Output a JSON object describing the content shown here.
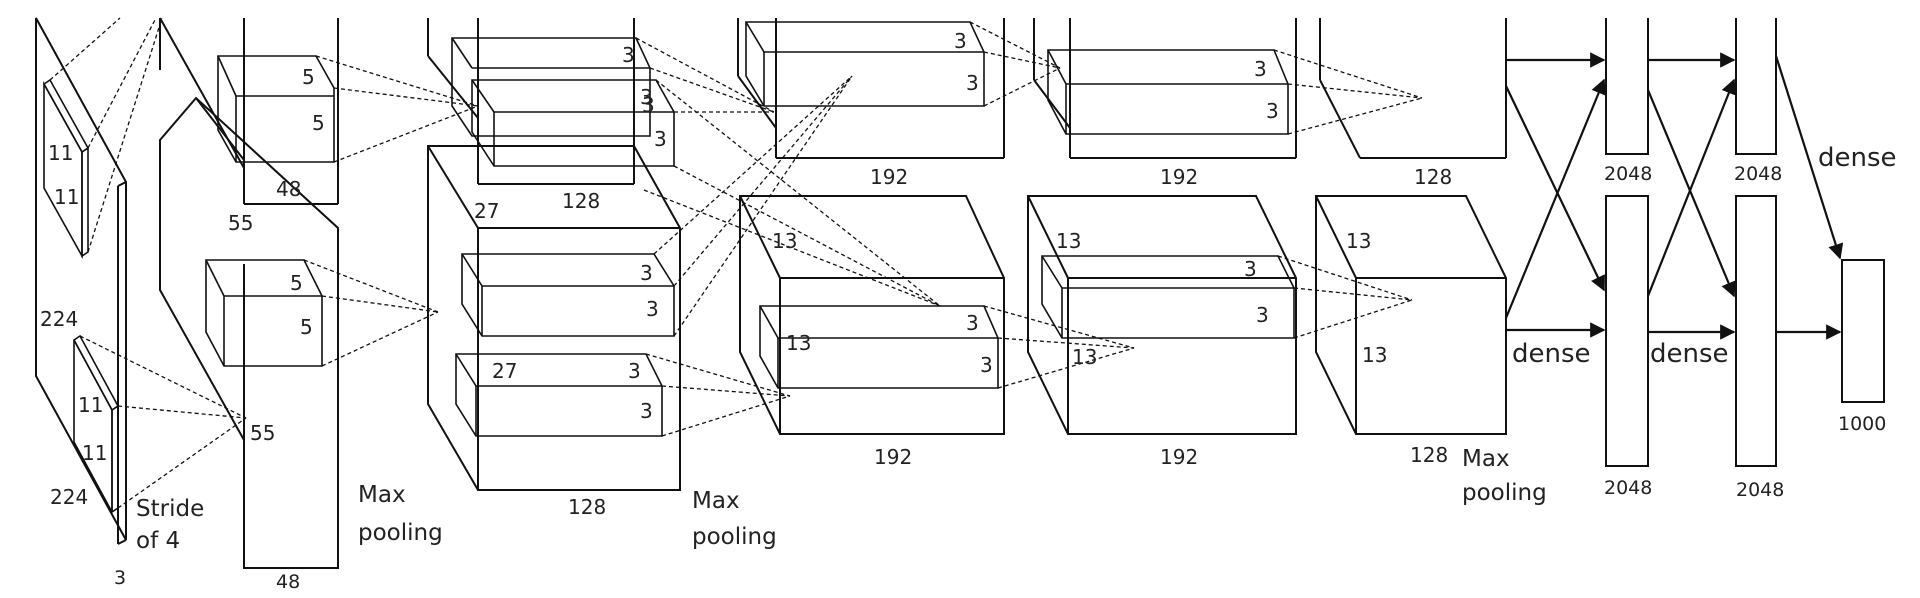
{
  "diagram": {
    "input": {
      "height": "224",
      "width": "224",
      "depth": "3",
      "kernel_h": "11",
      "kernel_w": "11",
      "kernel2_h": "11",
      "kernel2_w": "11",
      "stride_line1": "Stride",
      "stride_line2": "of 4"
    },
    "conv1": {
      "size": "55",
      "size2": "55",
      "depth_top": "48",
      "depth_bottom": "48",
      "kernel_a": "5",
      "kernel_b": "5",
      "kernel_c": "5",
      "kernel_d": "5",
      "pool_line1": "Max",
      "pool_line2": "pooling"
    },
    "conv2": {
      "size_top": "27",
      "size_bottom": "27",
      "depth_top": "128",
      "depth_bottom": "128",
      "k1": "3",
      "k2": "3",
      "k3": "3",
      "k4": "3",
      "k5": "3",
      "k6": "3",
      "k7": "3",
      "k8": "3",
      "pool_line1": "Max",
      "pool_line2": "pooling"
    },
    "conv3": {
      "size": "13",
      "size_inner": "13",
      "depth_top": "192",
      "depth_bottom": "192",
      "k1": "3",
      "k2": "3",
      "k3": "3",
      "k4": "3"
    },
    "conv4": {
      "size": "13",
      "size_inner": "13",
      "depth_top": "192",
      "depth_bottom": "192",
      "k1": "3",
      "k2": "3",
      "k3": "3",
      "k4": "3"
    },
    "conv5": {
      "size": "13",
      "size2": "13",
      "depth_top": "128",
      "depth_bottom": "128",
      "pool_line1": "Max",
      "pool_line2": "pooling"
    },
    "fc": {
      "fc6_top": "2048",
      "fc6_bottom": "2048",
      "fc7_top": "2048",
      "fc7_bottom": "2048",
      "output": "1000",
      "dense1": "dense",
      "dense2": "dense",
      "dense3": "dense"
    }
  }
}
